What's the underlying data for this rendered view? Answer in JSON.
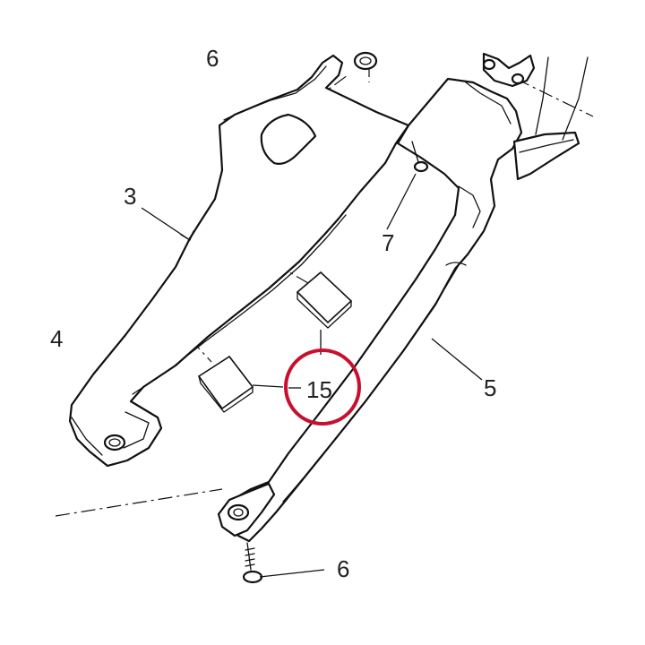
{
  "diagram": {
    "callouts": {
      "part_6_top": "6",
      "part_3": "3",
      "part_4": "4",
      "part_7": "7",
      "part_5": "5",
      "part_15": "15",
      "part_6_bottom": "6"
    },
    "highlight_color": "#c8102e",
    "line_color": "#111111"
  }
}
